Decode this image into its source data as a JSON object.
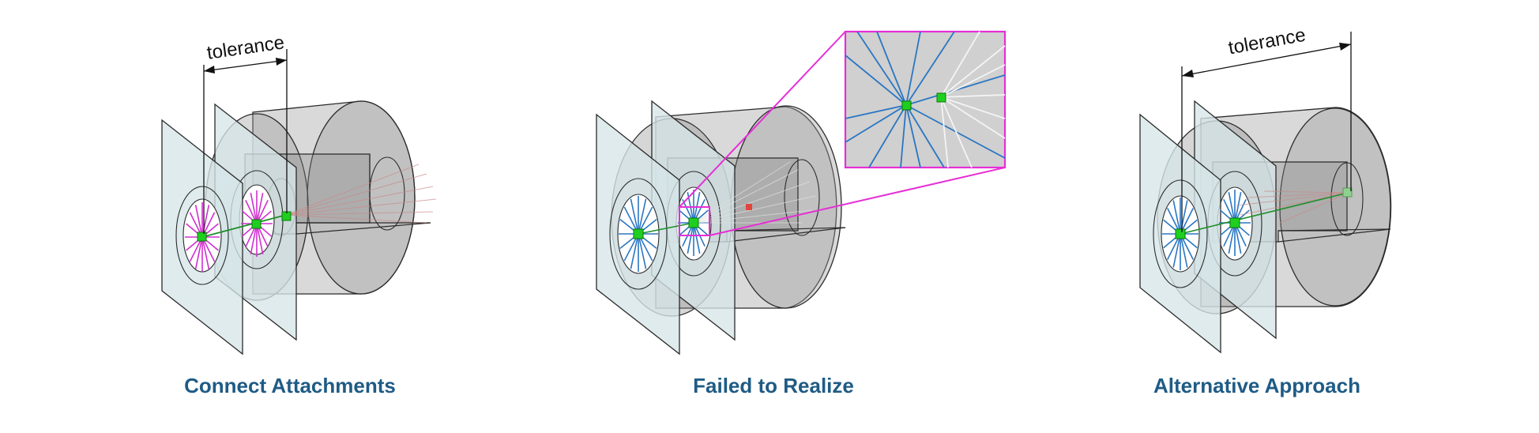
{
  "panels": [
    {
      "caption": "Connect Attachments",
      "dimension_label": "tolerance"
    },
    {
      "caption": "Failed to Realize"
    },
    {
      "caption": "Alternative Approach",
      "dimension_label": "tolerance"
    }
  ],
  "colors": {
    "caption": "#1f5b85",
    "plate": "#d6e6e8",
    "spider_first": "#d02fd0",
    "spider_other": "#2a76c2",
    "node": "#1fcf1f",
    "failed_point": "#e0463a",
    "magnifier_frame": "#e62ed6"
  }
}
